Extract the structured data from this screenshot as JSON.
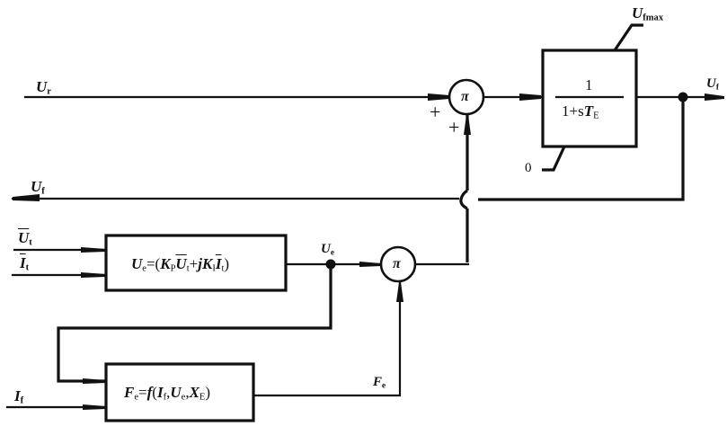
{
  "diagram": {
    "type": "block-diagram",
    "signals": {
      "Ur": {
        "symbol": "U",
        "sub": "r"
      },
      "Uf_feedback": {
        "symbol": "U",
        "sub": "f"
      },
      "Ut": {
        "symbol": "U",
        "sub": "t",
        "overline": true
      },
      "It": {
        "symbol": "I",
        "sub": "t",
        "overline": true
      },
      "If": {
        "symbol": "I",
        "sub": "f"
      },
      "Ue": {
        "symbol": "U",
        "sub": "e"
      },
      "Fe": {
        "symbol": "F",
        "sub": "e"
      },
      "Uf_out": {
        "symbol": "U",
        "sub": "f"
      },
      "Ufmax": {
        "symbol": "U",
        "sub": "fmax"
      },
      "zero_limit": "0"
    },
    "summing_junction": {
      "symbol": "π",
      "signs": [
        "+",
        "+"
      ]
    },
    "multiplier": {
      "symbol": "π"
    },
    "blocks": {
      "exciter_lag": {
        "numerator": "1",
        "denominator_prefix": "1+s",
        "denominator_T": "T",
        "denominator_sub": "E"
      },
      "ue_block": {
        "lhs": "U",
        "lhs_sub": "e",
        "eq": "=(",
        "kp": "K",
        "kp_sub": "P",
        "ut": "U",
        "ut_sub": "t",
        "plus": "+",
        "j": "j",
        "ki": "K",
        "ki_sub": "I",
        "it": "I",
        "it_sub": "t",
        "close": ")"
      },
      "fe_block": {
        "lhs": "F",
        "lhs_sub": "e",
        "eq": "=",
        "f": "f",
        "open": "(",
        "a1": "I",
        "a1_sub": "f",
        "comma": ",",
        "a2": "U",
        "a2_sub": "e",
        "a3": "X",
        "a3_sub": "E",
        "close": ")"
      }
    }
  }
}
